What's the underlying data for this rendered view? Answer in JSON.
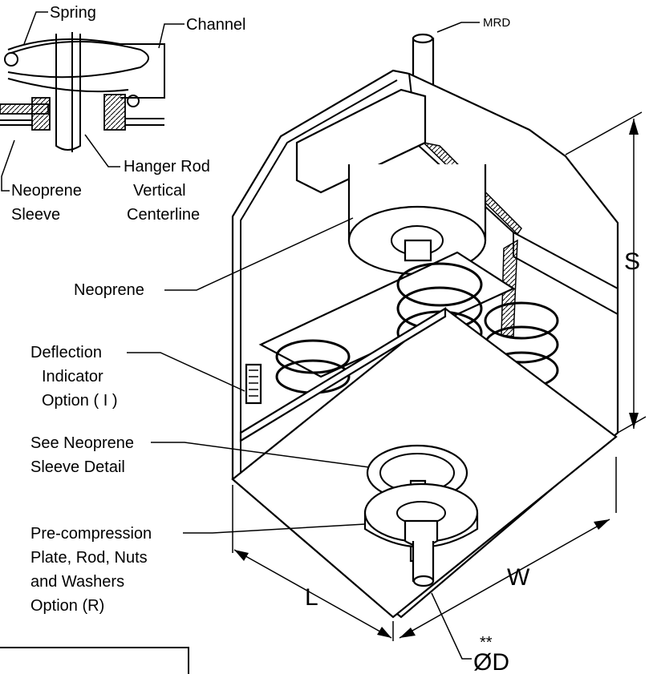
{
  "labels": {
    "spring": "Spring",
    "channel": "Channel",
    "mrd": "MRD",
    "hanger_rod": "Hanger Rod",
    "vertical": "Vertical",
    "centerline": "Centerline",
    "neoprene_sleeve_1": "Neoprene",
    "neoprene_sleeve_2": "Sleeve",
    "neoprene": "Neoprene",
    "deflection_1": "Deflection",
    "deflection_2": "Indicator",
    "deflection_3": "Option ( I )",
    "see_sleeve_1": "See Neoprene",
    "see_sleeve_2": "Sleeve Detail",
    "precomp_1": "Pre-compression",
    "precomp_2": "Plate, Rod, Nuts",
    "precomp_3": "and Washers",
    "precomp_4": "Option (R)"
  },
  "dimensions": {
    "s": "S",
    "l": "L",
    "w": "W",
    "d_stars": "**",
    "d": "ØD"
  }
}
